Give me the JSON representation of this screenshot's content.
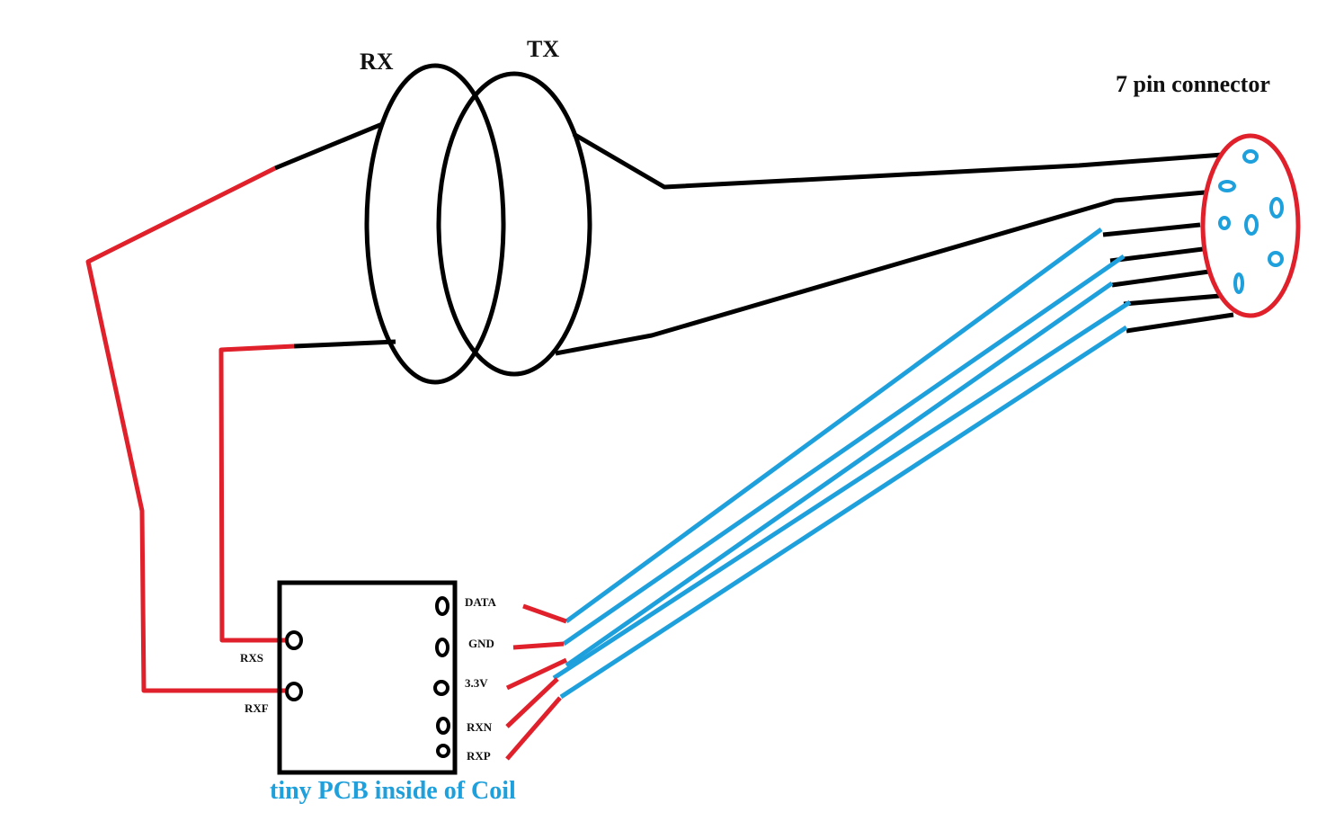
{
  "colors": {
    "black_wire": "#000000",
    "red_wire": "#e0202a",
    "blue_wire": "#1ea0dc",
    "caption": "#1ea0dc",
    "connector_outline": "#e0202a",
    "connector_pins": "#1ea0dc"
  },
  "labels": {
    "rx_coil": "RX",
    "tx_coil": "TX",
    "connector": "7 pin connector",
    "pcb_caption": "tiny PCB inside of Coil"
  },
  "pcb": {
    "left_pins": [
      {
        "label": "RXS"
      },
      {
        "label": "RXF"
      }
    ],
    "right_pins": [
      {
        "label": "DATA"
      },
      {
        "label": "GND"
      },
      {
        "label": "3.3V"
      },
      {
        "label": "RXN"
      },
      {
        "label": "RXP"
      }
    ]
  },
  "connector": {
    "pin_count": 7
  }
}
